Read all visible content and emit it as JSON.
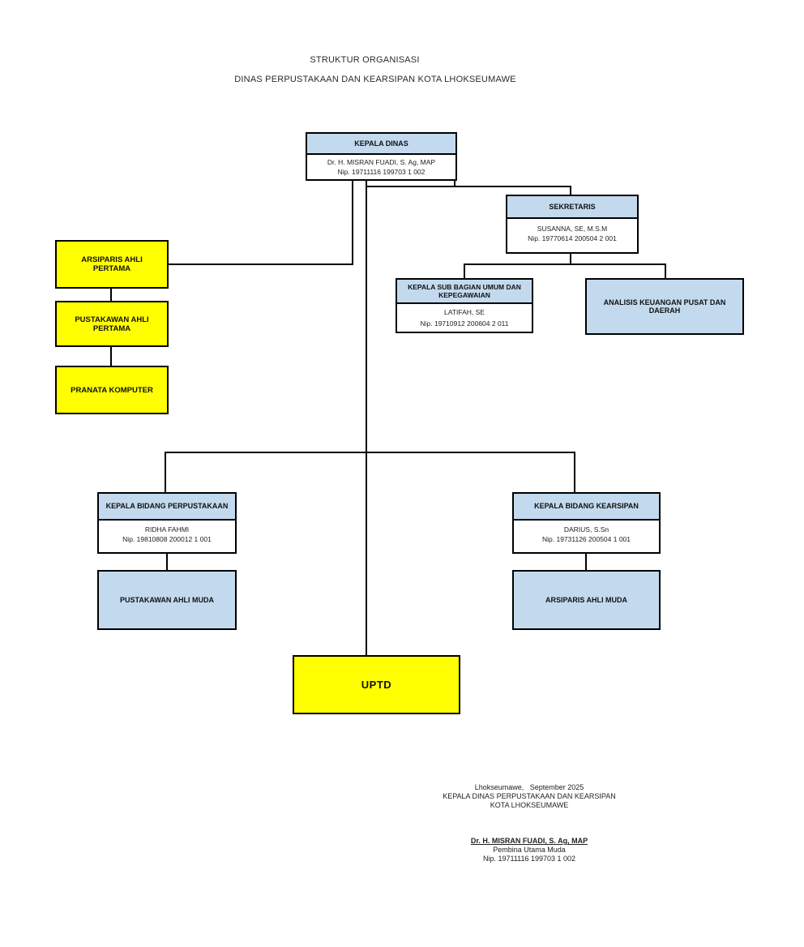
{
  "page": {
    "title_line1": "STRUKTUR ORGANISASI",
    "title_line2": "DINAS PERPUSTAKAAN DAN KEARSIPAN KOTA LHOKSEUMAWE"
  },
  "colors": {
    "box_blue": "#c3daee",
    "box_yellow": "#ffff00",
    "line_black": "#000000"
  },
  "boxes": {
    "kepala_dinas": {
      "title": "KEPALA DINAS",
      "name": "Dr. H. MISRAN FUADI, S. Ag, MAP",
      "nip": "Nip. 19711116 199703 1 002"
    },
    "sekretaris": {
      "title": "SEKRETARIS",
      "name": "SUSANNA, SE, M.S.M",
      "nip": "Nip. 19770614 200504 2 001"
    },
    "arsiparis_ahli_pertama": {
      "title": "ARSIPARIS AHLI PERTAMA"
    },
    "pustakawan_ahli_pertama": {
      "title": "PUSTAKAWAN AHLI PERTAMA"
    },
    "pranata_komputer": {
      "title": "PRANATA KOMPUTER"
    },
    "kepala_sub_bagian": {
      "title": "KEPALA SUB BAGIAN UMUM DAN KEPEGAWAIAN",
      "name": "LATIFAH, SE",
      "nip": "Nip. 19710912 200604 2 011"
    },
    "analisis_keuangan": {
      "title": "ANALISIS KEUANGAN PUSAT DAN DAERAH"
    },
    "kepala_bidang_perpustakaan": {
      "title": "KEPALA BIDANG PERPUSTAKAAN",
      "name": "RIDHA FAHMI",
      "nip": "Nip. 19810808 200012 1 001"
    },
    "kepala_bidang_kearsipan": {
      "title": "KEPALA BIDANG KEARSIPAN",
      "name": "DARIUS, S.Sn",
      "nip": "Nip. 19731126 200504 1 001"
    },
    "pustakawan_ahli_muda": {
      "title": "PUSTAKAWAN AHLI MUDA"
    },
    "arsiparis_ahli_muda": {
      "title": "ARSIPARIS AHLI MUDA"
    },
    "uptd": {
      "title": "UPTD"
    }
  },
  "signature": {
    "place_date": "Lhokseumawe,   September 2025",
    "office_line1": "KEPALA DINAS PERPUSTAKAAN DAN KEARSIPAN",
    "office_line2": "KOTA LHOKSEUMAWE",
    "name": "Dr. H. MISRAN FUADI, S. Ag, MAP",
    "rank": "Pembina Utama Muda",
    "nip": "Nip. 19711116 199703 1 002"
  }
}
